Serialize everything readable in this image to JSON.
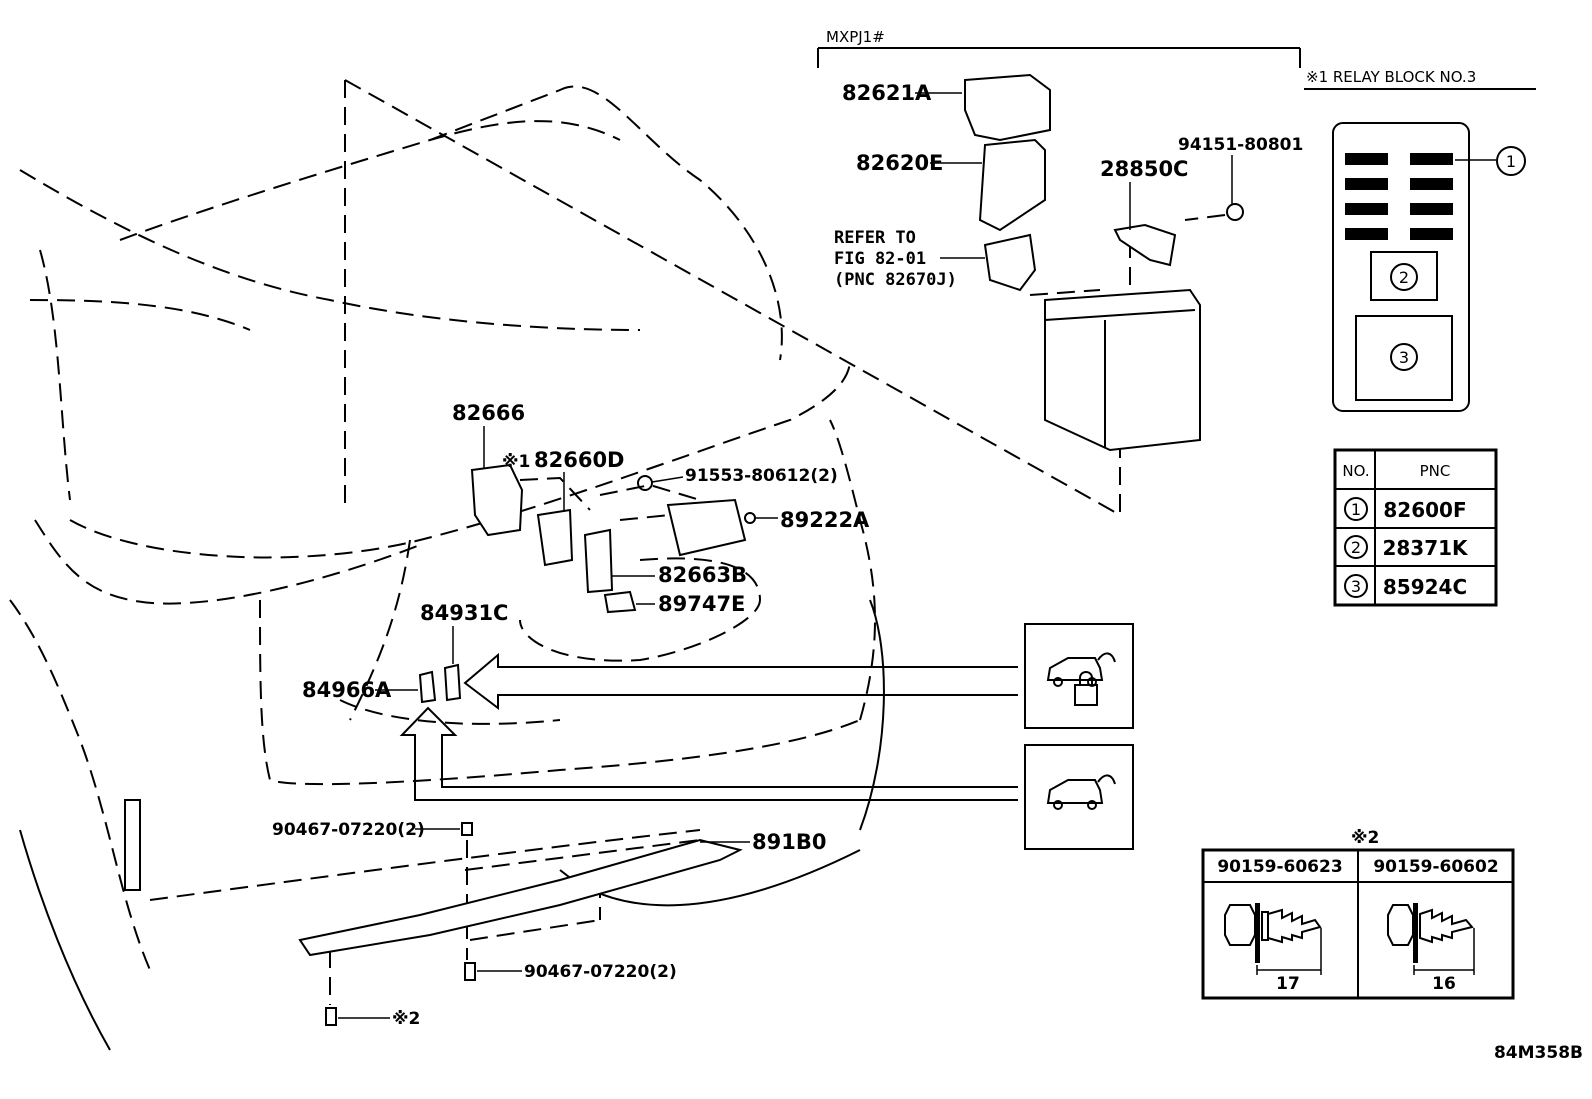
{
  "figure_code": "84M358B",
  "model_bracket": "MXPJ1#",
  "relay_block": {
    "title": "※1  RELAY BLOCK NO.3",
    "table_header": {
      "no": "NO.",
      "pnc": "PNC"
    },
    "rows": [
      {
        "no": "1",
        "pnc": "82600F"
      },
      {
        "no": "2",
        "pnc": "28371K"
      },
      {
        "no": "3",
        "pnc": "85924C"
      }
    ],
    "callouts": [
      "1",
      "2",
      "3"
    ]
  },
  "fasteners": {
    "title": "※2",
    "columns": [
      {
        "part": "90159-60623",
        "dim": "17"
      },
      {
        "part": "90159-60602",
        "dim": "16"
      }
    ]
  },
  "parts": {
    "p82621A": "82621A",
    "p82620E": "82620E",
    "refer": [
      "REFER TO",
      "FIG 82-01",
      "(PNC 82670J)"
    ],
    "p28850C": "28850C",
    "p94151": "94151-80801",
    "p82666": "82666",
    "note1": "※1",
    "p82660D": "82660D",
    "p91553": "91553-80612(2)",
    "p89222A": "89222A",
    "p82663B": "82663B",
    "p89747E": "89747E",
    "p84931C": "84931C",
    "p84966A": "84966A",
    "p90467a": "90467-07220(2)",
    "p891B0": "891B0",
    "p90467b": "90467-07220(2)",
    "note2": "※2"
  },
  "icons": [
    "vehicle-locked-icon",
    "vehicle-icon"
  ]
}
